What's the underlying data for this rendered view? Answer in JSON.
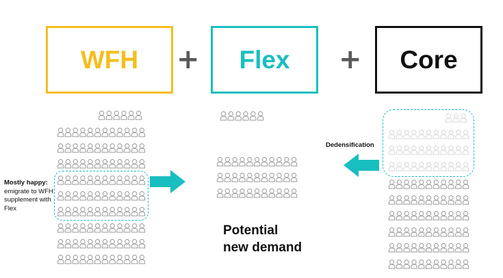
{
  "diagram": {
    "boxes": [
      {
        "label": "WFH",
        "color": "#F5BE1E"
      },
      {
        "label": "Flex",
        "color": "#19BEC0"
      },
      {
        "label": "Core",
        "color": "#111111"
      }
    ],
    "operators": [
      "+",
      "+"
    ],
    "labels": {
      "mostly_happy_title": "Mostly happy:",
      "mostly_happy_body": "emigrate to WFH supplement with Flex",
      "dedensification": "Dedensification",
      "potential": "Potential",
      "new_demand": "new demand"
    },
    "colors": {
      "person_stroke": "#9a9a9a",
      "person_faded": "#d8d8d8",
      "arrow": "#19BEC0",
      "dashed": "#19BEC0"
    },
    "icons": [
      "person-icon",
      "arrow-right-icon",
      "arrow-left-icon"
    ]
  }
}
